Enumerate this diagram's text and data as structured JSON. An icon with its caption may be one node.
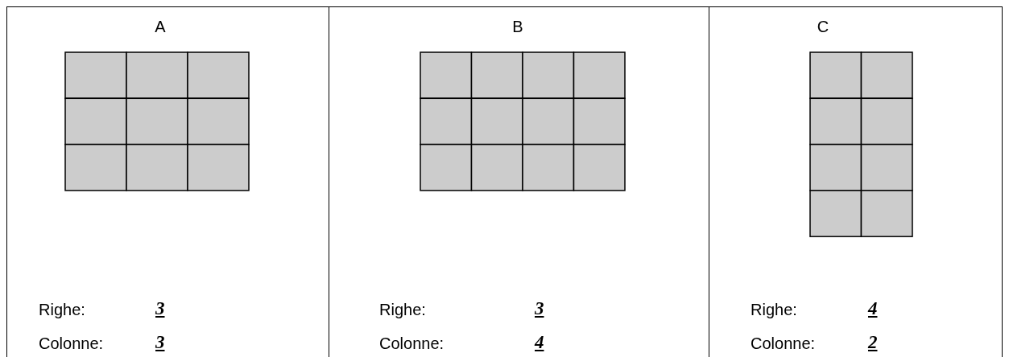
{
  "diagram": {
    "nodes": [
      {
        "text": [
          "A",
          "Righe:",
          "3",
          "Colonne:",
          "3"
        ]
      },
      {
        "text": [
          "B",
          "Righe:",
          "3",
          "Colonne:",
          "4"
        ]
      },
      {
        "text": [
          "C",
          "Righe:",
          "4",
          "Colonne:",
          "2"
        ]
      }
    ]
  }
}
